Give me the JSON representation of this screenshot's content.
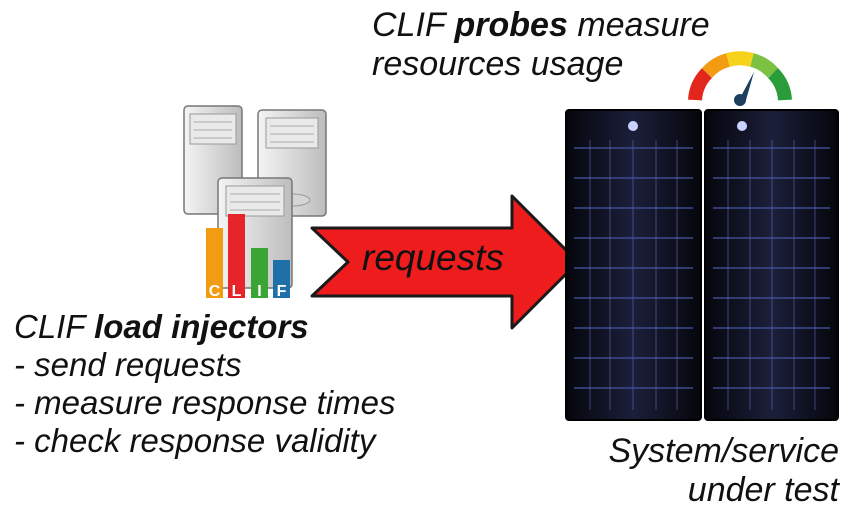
{
  "probes_text": {
    "prefix": "CLIF ",
    "bold": "probes",
    "suffix": " measure",
    "line2": "resources usage"
  },
  "arrow_label": "requests",
  "injectors_text": {
    "prefix": "CLIF ",
    "bold": "load injectors",
    "items": [
      "- send requests",
      "- measure response times",
      "- check response validity"
    ]
  },
  "sut_text": {
    "line1": "System/service",
    "line2": "under test"
  },
  "logo": {
    "letters": [
      "C",
      "L",
      "I",
      "F"
    ],
    "colors": [
      "#f39c12",
      "#e8242b",
      "#3aa535",
      "#1f6fa9"
    ]
  },
  "colors": {
    "arrow_fill": "#ee1c1c",
    "arrow_stroke": "#1a1a1a",
    "gauge": [
      "#e2261c",
      "#f39c12",
      "#f7d21b",
      "#7cc142",
      "#2a9d3a"
    ]
  }
}
